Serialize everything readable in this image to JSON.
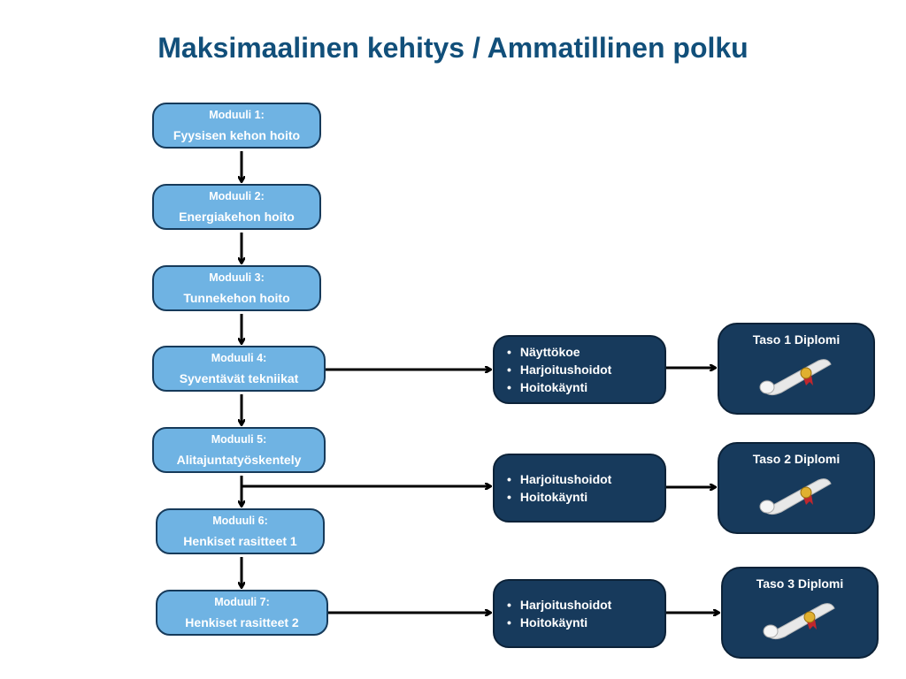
{
  "title": "Maksimaalinen kehitys / Ammatillinen polku",
  "modules": [
    {
      "header": "Moduuli 1:",
      "name": "Fyysisen kehon hoito"
    },
    {
      "header": "Moduuli 2:",
      "name": "Energiakehon hoito"
    },
    {
      "header": "Moduuli 3:",
      "name": "Tunnekehon hoito"
    },
    {
      "header": "Moduuli 4:",
      "name": "Syventävät tekniikat"
    },
    {
      "header": "Moduuli 5:",
      "name": "Alitajuntatyöskentely"
    },
    {
      "header": "Moduuli 6:",
      "name": "Henkiset rasitteet 1"
    },
    {
      "header": "Moduuli 7:",
      "name": "Henkiset rasitteet 2"
    }
  ],
  "requirements": [
    [
      "Näyttökoe",
      "Harjoitushoidot",
      "Hoitokäynti"
    ],
    [
      "Harjoitushoidot",
      "Hoitokäynti"
    ],
    [
      "Harjoitushoidot",
      "Hoitokäynti"
    ]
  ],
  "diplomas": [
    "Taso 1 Diplomi",
    "Taso 2 Diplomi",
    "Taso 3 Diplomi"
  ],
  "colors": {
    "module": "#6fb3e3",
    "dark": "#173a5c",
    "title": "#114f7a"
  }
}
